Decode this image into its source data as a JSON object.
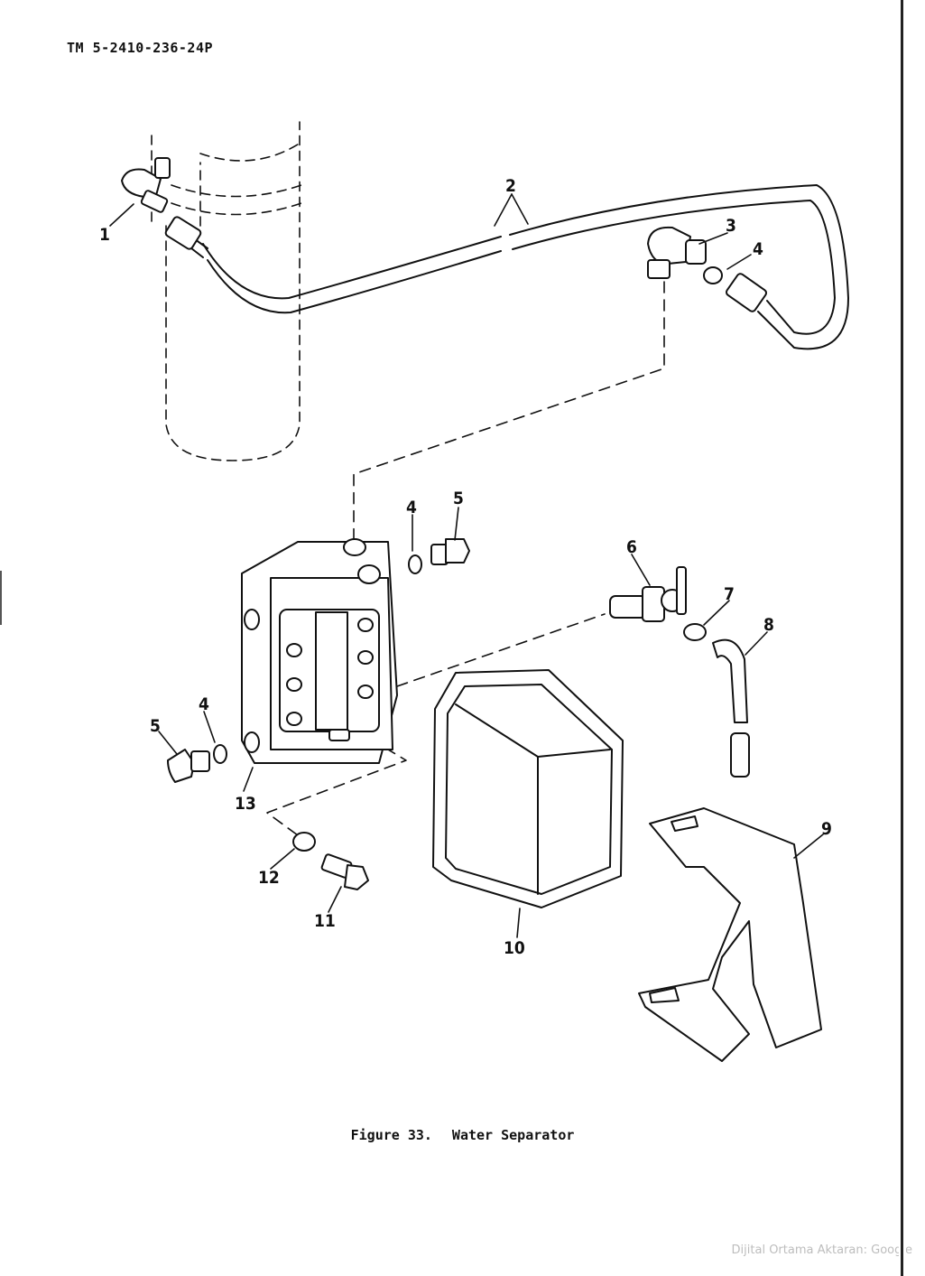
{
  "header": {
    "doc_id": "TM 5-2410-236-24P"
  },
  "caption": {
    "figure": "Figure 33.",
    "title": "Water Separator"
  },
  "callouts": [
    "1",
    "2",
    "3",
    "4",
    "4",
    "4",
    "5",
    "5",
    "6",
    "7",
    "8",
    "9",
    "10",
    "11",
    "12",
    "13"
  ],
  "watermark": "Dijital Ortama Aktaran: Google"
}
